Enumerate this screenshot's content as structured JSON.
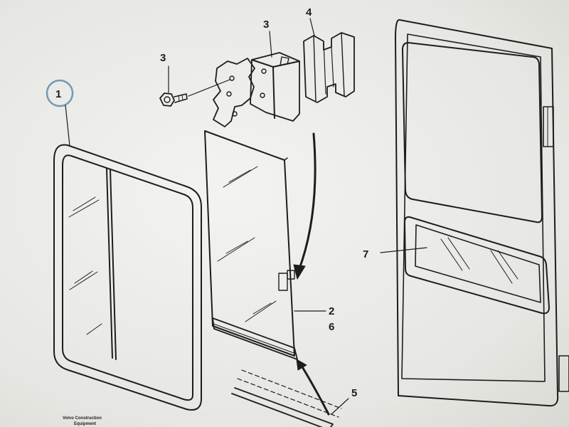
{
  "diagram": {
    "callouts": {
      "c1": "1",
      "c2": "2",
      "c3a": "3",
      "c3b": "3",
      "c4": "4",
      "c5": "5",
      "c6": "6",
      "c7": "7"
    },
    "caption_line1": "Volvo Construction",
    "caption_line2": "Equipment"
  },
  "colors": {
    "background": "#efefec",
    "line": "#1d1d1d",
    "highlight_circle": "#6f9ab8"
  },
  "icons": [
    "hex-bolt-icon",
    "hinge-bracket-icon",
    "hinge-block-icon",
    "slide-guide-icon",
    "arrow-icon"
  ]
}
